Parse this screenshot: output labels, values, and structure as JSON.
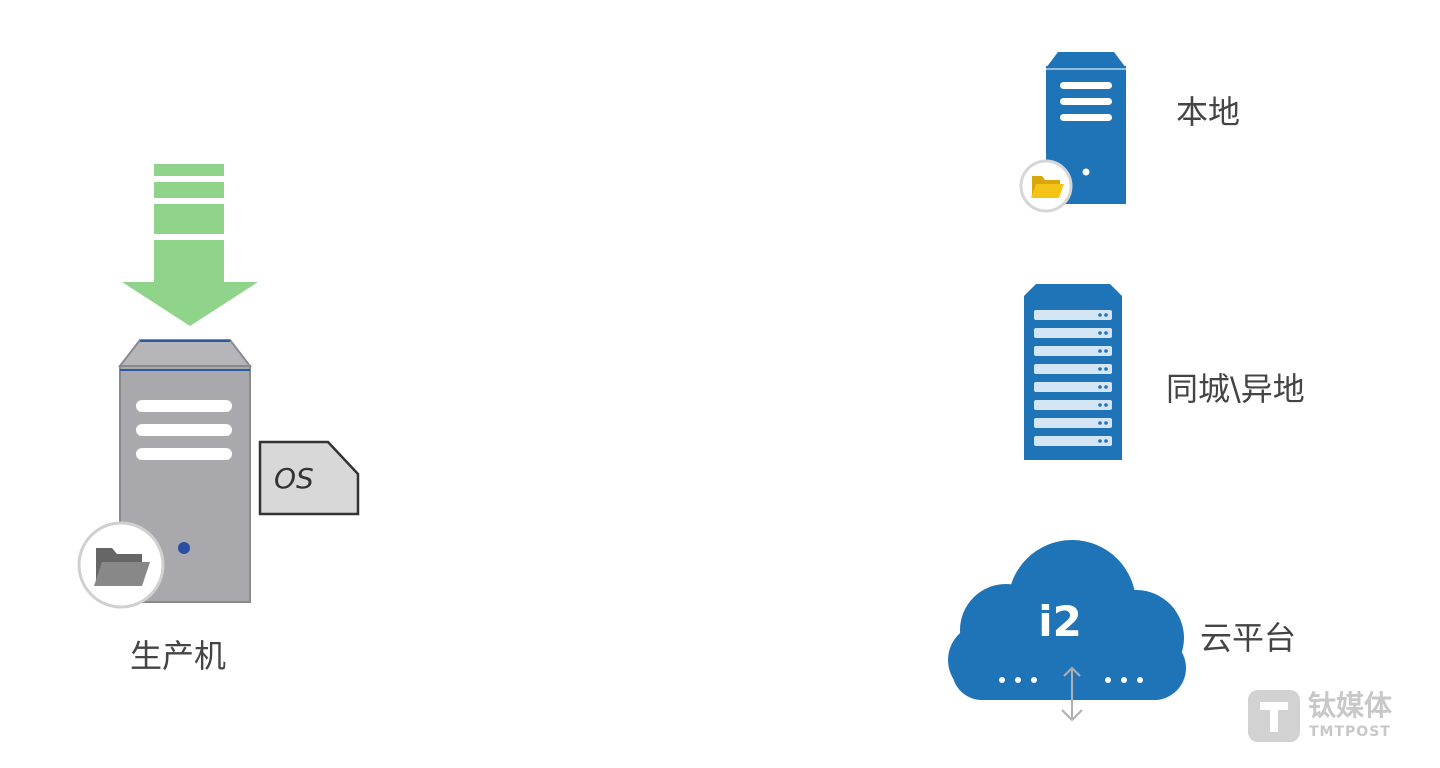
{
  "labels": {
    "production": "生产机",
    "local": "本地",
    "remote": "同城\\异地",
    "cloud": "云平台"
  },
  "os_doc_text": "OS",
  "cloud_text": "i2",
  "watermark": {
    "cn": "钛媒体",
    "en": "TMTPOST"
  },
  "icons": {
    "download_arrow": "download-arrow-icon",
    "production_server": "tower-server-icon",
    "folder": "folder-icon",
    "os_document": "document-icon",
    "local_server": "tower-server-icon",
    "rack_server": "rack-server-icon",
    "cloud": "cloud-icon",
    "watermark_logo": "tmtpost-logo-icon"
  },
  "colors": {
    "arrow_green": "#8fd48a",
    "server_gray": "#a9a9ad",
    "server_blue": "#1f73b7",
    "folder_yellow": "#f3c416",
    "label_text": "#444444"
  }
}
